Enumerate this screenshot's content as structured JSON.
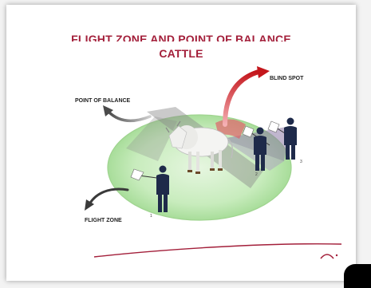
{
  "slide": {
    "title_line1": "FLIGHT ZONE AND POINT OF BALANCE",
    "title_line2": "CATTLE"
  },
  "labels": {
    "blind_spot": "BLIND SPOT",
    "point_of_balance": "POINT OF BALANCE",
    "flight_zone": "FLIGHT ZONE"
  },
  "position_numbers": [
    "1",
    "2",
    "3"
  ],
  "colors": {
    "title": "#a31f3a",
    "flight_zone_fill": "#bfe8b4",
    "blind_spot_arrow": "#c4161c",
    "handler": "#1e2a4a",
    "cow": "#f4f4f2"
  },
  "icons": {
    "footer_logo": "arc-logo-icon"
  }
}
